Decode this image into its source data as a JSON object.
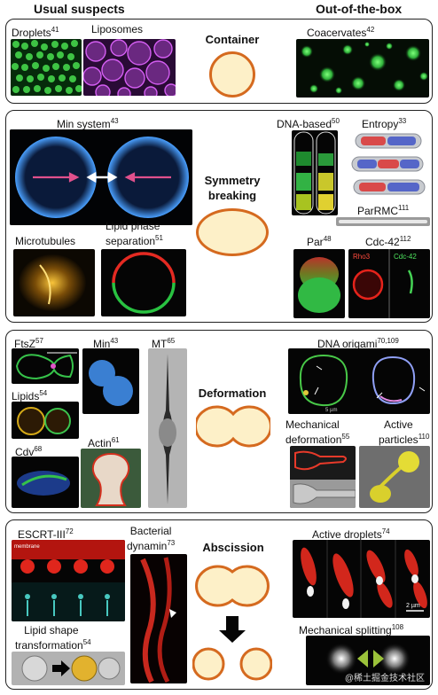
{
  "headers": {
    "left": "Usual suspects",
    "right": "Out-of-the-box"
  },
  "container": {
    "title": "Container",
    "droplets": {
      "label": "Droplets",
      "ref": "41"
    },
    "liposomes": {
      "label": "Liposomes",
      "ref": ""
    },
    "coacervates": {
      "label": "Coacervates",
      "ref": "42"
    }
  },
  "symmetry": {
    "title_line1": "Symmetry",
    "title_line2": "breaking",
    "min_system": {
      "label": "Min system",
      "ref": "43"
    },
    "microtubules": {
      "label": "Microtubules",
      "ref": ""
    },
    "lipid_phase": {
      "label_line1": "Lipid phase",
      "label_line2": "separation",
      "ref": "51"
    },
    "dna_based": {
      "label": "DNA-based",
      "ref": "50"
    },
    "entropy": {
      "label": "Entropy",
      "ref": "33"
    },
    "parrmc": {
      "label": "ParRMC",
      "ref": "111"
    },
    "par": {
      "label": "Par",
      "ref": "48"
    },
    "cdc42": {
      "label": "Cdc-42",
      "ref": "112"
    },
    "rho3_tag": "Rho3",
    "cdc42_tag": "Cdc-42"
  },
  "deformation": {
    "title": "Deformation",
    "ftsz": {
      "label": "FtsZ",
      "ref": "57"
    },
    "min": {
      "label": "Min",
      "ref": "43"
    },
    "mt": {
      "label": "MT",
      "ref": "65"
    },
    "lipids": {
      "label": "Lipids",
      "ref": "54"
    },
    "cdv": {
      "label": "Cdv",
      "ref": "68"
    },
    "actin": {
      "label": "Actin",
      "ref": "61"
    },
    "dna_origami": {
      "label": "DNA origami",
      "ref": "70,109"
    },
    "mechanical_deformation": {
      "label_line1": "Mechanical",
      "label_line2": "deformation",
      "ref": "55"
    },
    "active_particles": {
      "label_line1": "Active",
      "label_line2": "particles",
      "ref": "110"
    },
    "scale": "5 µm"
  },
  "abscission": {
    "title": "Abscission",
    "escrt": {
      "label": "ESCRT-III",
      "ref": "72"
    },
    "bacterial_dynamin": {
      "label_line1": "Bacterial",
      "label_line2": "dynamin",
      "ref": "73"
    },
    "lipid_shape": {
      "label_line1": "Lipid shape",
      "label_line2": "transformation",
      "ref": "54"
    },
    "active_droplets": {
      "label": "Active droplets",
      "ref": "74"
    },
    "mechanical_splitting": {
      "label": "Mechanical splitting",
      "ref": "108"
    },
    "membrane_tag": "membrane",
    "scale": "2 µm"
  },
  "watermark": "@稀土掘金技术社区",
  "colors": {
    "cell_fill": "#fdf0c8",
    "cell_border": "#d56a1f",
    "arrow": "#e0508c"
  }
}
